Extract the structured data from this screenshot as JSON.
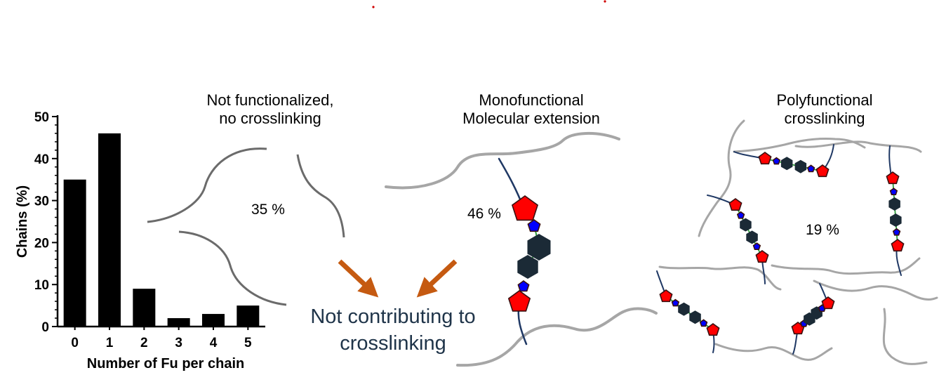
{
  "chart_data": {
    "type": "bar",
    "categories": [
      "0",
      "1",
      "2",
      "3",
      "4",
      "5"
    ],
    "values": [
      35,
      46,
      9,
      2,
      3,
      5
    ],
    "xlabel": "Number of Fu per chain",
    "ylabel": "Chains (%)",
    "ylim": [
      0,
      50
    ],
    "yticks": [
      "0",
      "10",
      "20",
      "30",
      "40",
      "50"
    ],
    "grid": false,
    "legend": "none"
  },
  "panels": {
    "not_functionalized": {
      "title_line1": "Not functionalized,",
      "title_line2": "no crosslinking",
      "percent": "35 %"
    },
    "monofunctional": {
      "title_line1": "Monofunctional",
      "title_line2": "Molecular extension",
      "percent": "46 %"
    },
    "polyfunctional": {
      "title_line1": "Polyfunctional",
      "title_line2": "crosslinking",
      "percent": "19 %"
    }
  },
  "note": {
    "line1": "Not contributing to",
    "line2": "crosslinking"
  },
  "colors": {
    "bar": "#000000",
    "polymer_chain": "#a6a6a6",
    "chain_dark": "#6b6b6b",
    "linker": "#1f3864",
    "furan_pentagon": "#ff0000",
    "hexagon": "#1b2a36",
    "small_pentagon": "#0000ff",
    "bond_green": "#2e9e3a",
    "arrow": "#c55a11",
    "note_text": "#1f3449",
    "dot": "#d00000"
  },
  "icons": {
    "arrow": "arrow-icon",
    "furan": "pentagon-icon",
    "maleimide_core": "hexagon-icon"
  }
}
